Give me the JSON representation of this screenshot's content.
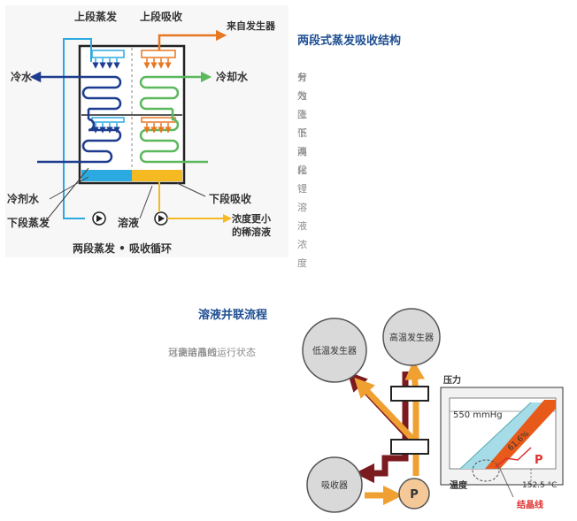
{
  "section1": {
    "heading": "两段式蒸发吸收结构",
    "desc_lines": [
      "分为上下两段",
      "有效降低溴化锂溶液浓度"
    ],
    "diagram": {
      "label_upper_evap": "上段蒸发",
      "label_upper_absorb": "上段吸收",
      "label_from_generator": "来自发生器",
      "label_cold_water": "冷水",
      "label_cooling_water": "冷却水",
      "label_refrigerant_water": "冷剂水",
      "label_lower_absorb": "下段吸收",
      "label_lower_evap": "下段蒸发",
      "label_solution": "溶液",
      "label_dilute_line1": "浓度更小",
      "label_dilute_line2": "的稀溶液",
      "caption": "两段蒸发 • 吸收循环",
      "colors": {
        "blue": "#1d3c8f",
        "light_blue": "#2aaae1",
        "orange": "#e87722",
        "green": "#5cb85c",
        "yellow": "#f5b921",
        "arrow_gray": "#444444"
      }
    }
  },
  "section2": {
    "heading": "溶液并联流程",
    "desc_lines": [
      "可使溶液的运行状态",
      "远离结晶线"
    ],
    "diagram": {
      "label_low_gen": "低温发生器",
      "label_high_gen": "高温发生器",
      "label_absorber": "吸收器",
      "label_pump": "P",
      "colors": {
        "dark_red": "#7b1a1f",
        "orange": "#f0a030",
        "circle_gray": "#d9d9d9",
        "pump_fill": "#f5c898"
      }
    },
    "chart": {
      "label_pressure": "压力",
      "label_550": "550 mmHg",
      "label_percent": "61.6%",
      "label_P": "P",
      "label_temperature": "温度",
      "label_temp_value": "152.5 °C",
      "label_crystal_line": "结晶线",
      "colors": {
        "cyan_band": "#a6dce8",
        "orange_band": "#e85a1a",
        "red_curve": "#e03030",
        "crystal_text": "#e03030"
      }
    }
  }
}
